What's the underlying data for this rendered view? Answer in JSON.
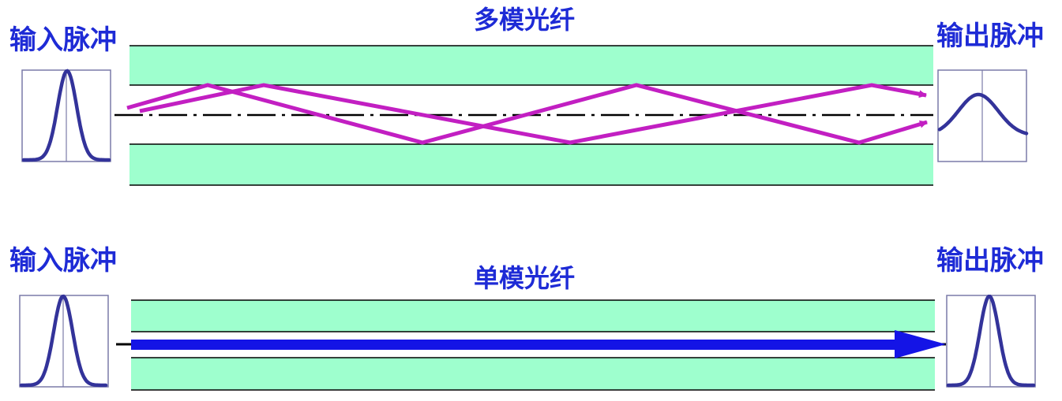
{
  "multimode": {
    "title": "多模光纤",
    "input_label": "输入脉冲",
    "output_label": "输出脉冲"
  },
  "singlemode": {
    "title": "单模光纤",
    "input_label": "输入脉冲",
    "output_label": "输出脉冲"
  },
  "colors": {
    "label": "#1e2bd6",
    "cladding": "#9effce",
    "pulse": "#33339a",
    "multimode_ray": "#c21fc2",
    "singlemode_ray": "#1414e6",
    "axis": "#000000"
  }
}
